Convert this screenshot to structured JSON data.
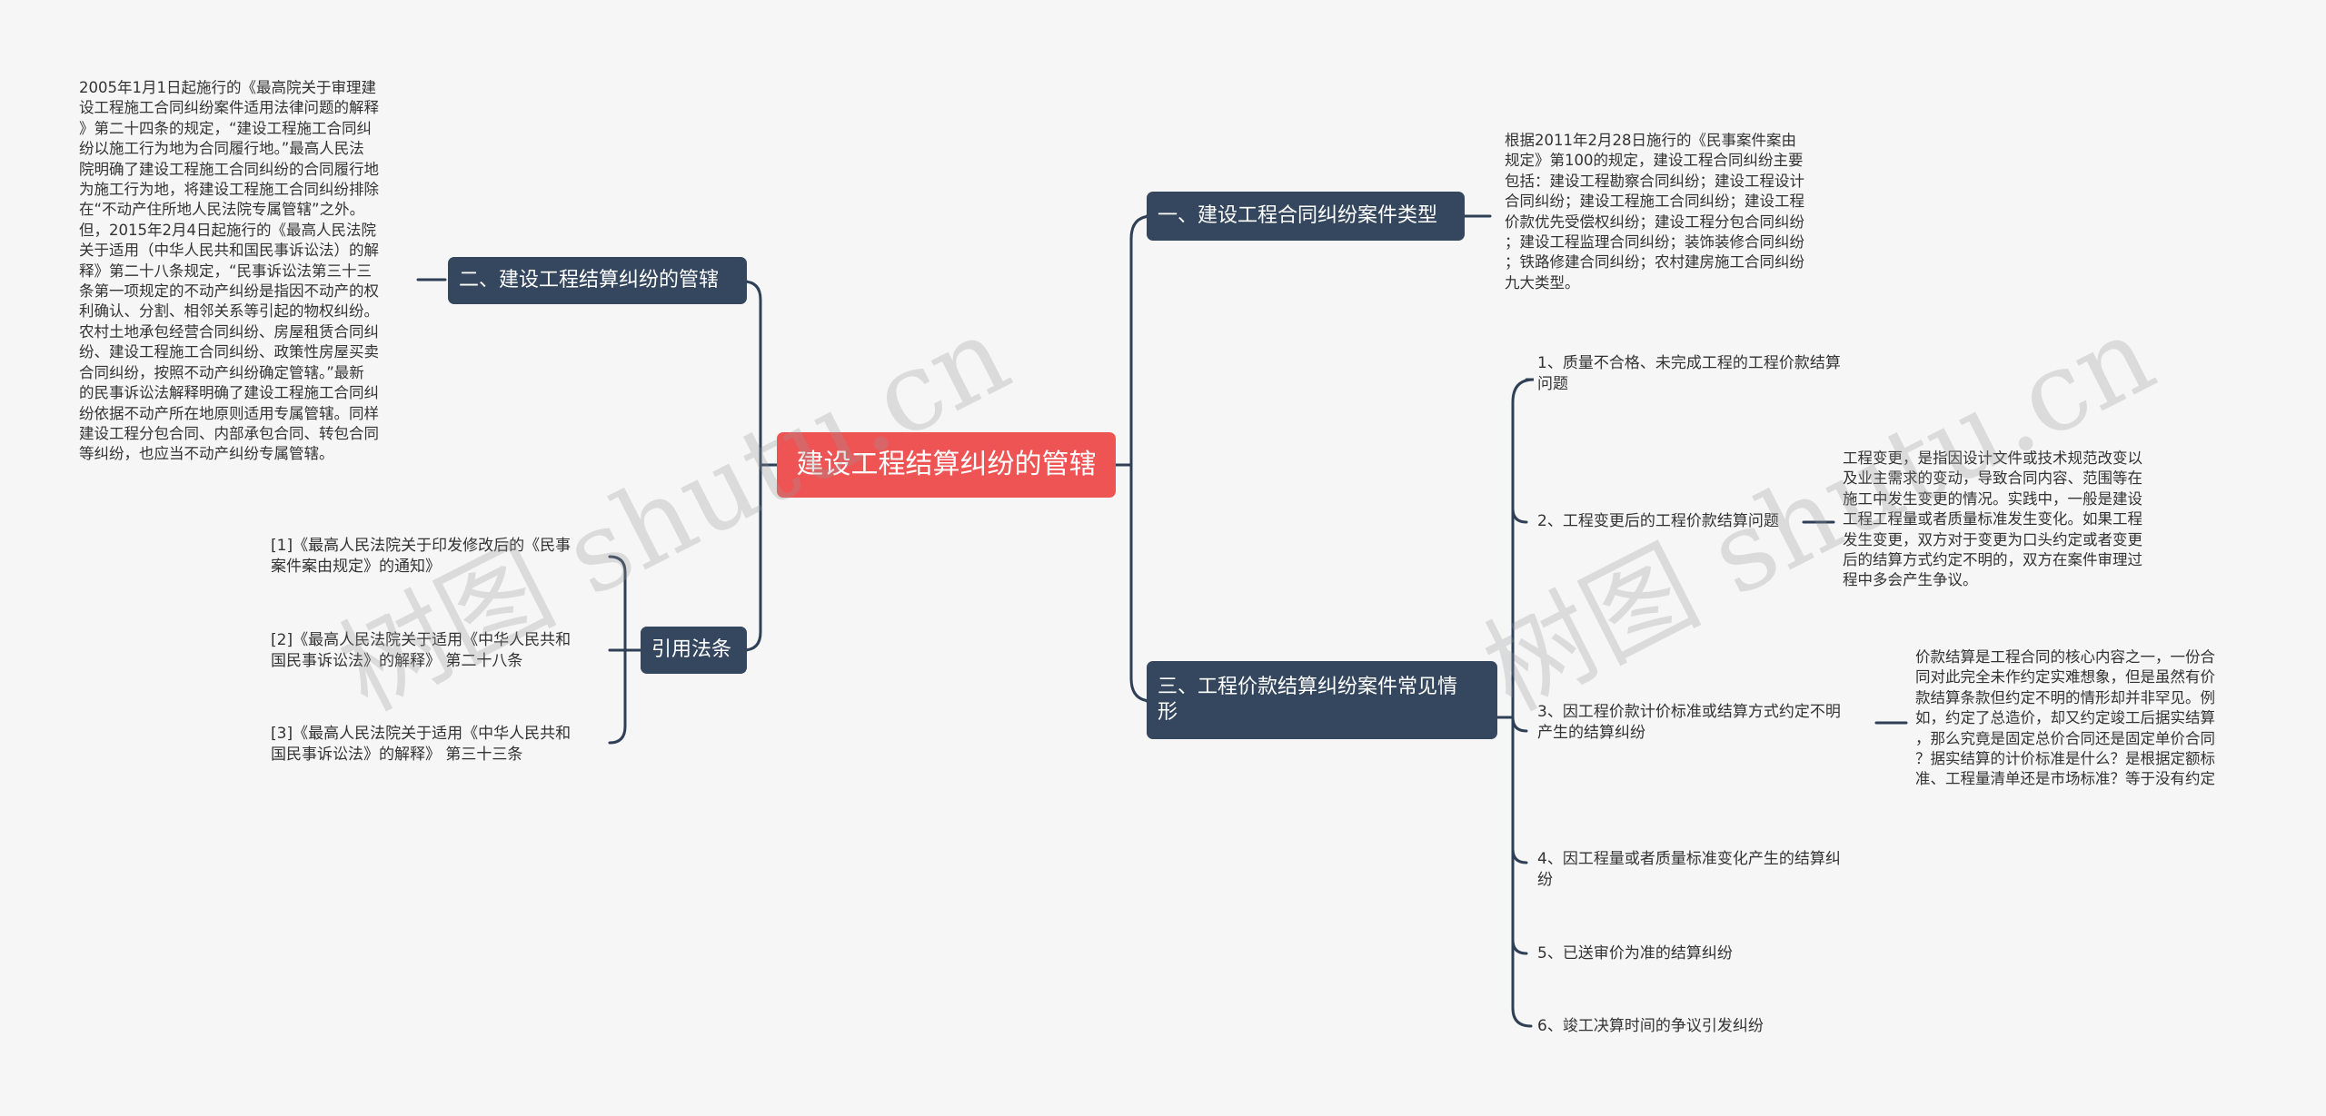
{
  "watermark": "树图 shutu.cn",
  "root": {
    "label": "建设工程结算纠纷的管辖"
  },
  "branches": {
    "b1": {
      "label": "一、建设工程合同纠纷案件类型",
      "detail": "根据2011年2月28日施行的《民事案件案由\n规定》第100的规定，建设工程合同纠纷主要\n包括：建设工程勘察合同纠纷；建设工程设计\n合同纠纷；建设工程施工合同纠纷；建设工程\n价款优先受偿权纠纷；建设工程分包合同纠纷\n；建设工程监理合同纠纷；装饰装修合同纠纷\n；铁路修建合同纠纷；农村建房施工合同纠纷\n九大类型。"
    },
    "b2": {
      "label": "二、建设工程结算纠纷的管辖",
      "detail": "2005年1月1日起施行的《最高院关于审理建\n设工程施工合同纠纷案件适用法律问题的解释\n》第二十四条的规定，“建设工程施工合同纠\n纷以施工行为地为合同履行地。”最高人民法\n院明确了建设工程施工合同纠纷的合同履行地\n为施工行为地，将建设工程施工合同纠纷排除\n在“不动产住所地人民法院专属管辖”之外。\n但，2015年2月4日起施行的《最高人民法院\n关于适用（中华人民共和国民事诉讼法）的解\n释》第二十八条规定，“民事诉讼法第三十三\n条第一项规定的不动产纠纷是指因不动产的权\n利确认、分割、相邻关系等引起的物权纠纷。\n农村土地承包经营合同纠纷、房屋租赁合同纠\n纷、建设工程施工合同纠纷、政策性房屋买卖\n合同纠纷，按照不动产纠纷确定管辖。”最新\n的民事诉讼法解释明确了建设工程施工合同纠\n纷依据不动产所在地原则适用专属管辖。同样\n建设工程分包合同、内部承包合同、转包合同\n等纠纷，也应当不动产纠纷专属管辖。"
    },
    "b3": {
      "label": "三、工程价款结算纠纷案件常见情\n形",
      "items": [
        {
          "label": "1、质量不合格、未完成工程的工程价款结算\n问题"
        },
        {
          "label": "2、工程变更后的工程价款结算问题",
          "detail": "工程变更，是指因设计文件或技术规范改变以\n及业主需求的变动，导致合同内容、范围等在\n施工中发生变更的情况。实践中，一般是建设\n工程工程量或者质量标准发生变化。如果工程\n发生变更，双方对于变更为口头约定或者变更\n后的结算方式约定不明的，双方在案件审理过\n程中多会产生争议。"
        },
        {
          "label": "3、因工程价款计价标准或结算方式约定不明\n产生的结算纠纷",
          "detail": "价款结算是工程合同的核心内容之一，一份合\n同对此完全未作约定实难想象，但是虽然有价\n款结算条款但约定不明的情形却并非罕见。例\n如，约定了总造价，却又约定竣工后据实结算\n，那么究竟是固定总价合同还是固定单价合同\n？据实结算的计价标准是什么？是根据定额标\n准、工程量清单还是市场标准？等于没有约定"
        },
        {
          "label": "4、因工程量或者质量标准变化产生的结算纠\n纷"
        },
        {
          "label": "5、已送审价为准的结算纠纷"
        },
        {
          "label": "6、竣工决算时间的争议引发纠纷"
        }
      ]
    },
    "b4": {
      "label": "引用法条",
      "items": [
        {
          "label": "[1]《最高人民法院关于印发修改后的《民事\n案件案由规定》的通知》"
        },
        {
          "label": "[2]《最高人民法院关于适用《中华人民共和\n国民事诉讼法》的解释》 第二十八条"
        },
        {
          "label": "[3]《最高人民法院关于适用《中华人民共和\n国民事诉讼法》的解释》 第三十三条"
        }
      ]
    }
  }
}
